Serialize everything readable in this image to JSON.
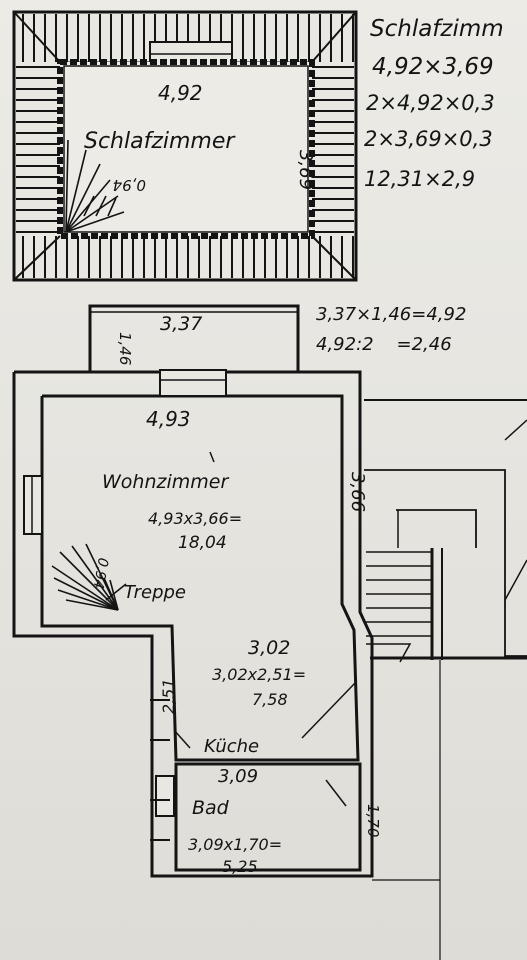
{
  "rooms": {
    "schlafzimmer": {
      "label": "Schlafzimmer",
      "width_dim": "4,92",
      "height_dim": "3,69",
      "stair_dim": "0,94"
    },
    "dormer": {
      "width_dim": "3,37",
      "height_dim": "1,46"
    },
    "wohnzimmer": {
      "label": "Wohnzimmer",
      "width_dim": "4,93",
      "height_dim": "3,66",
      "calc_line1": "4,93x3,66=",
      "calc_line2": "18,04",
      "stair_label": "Treppe",
      "stair_dim": "0,94"
    },
    "kueche": {
      "label": "Küche",
      "width_dim": "3,02",
      "height_dim": "2,51",
      "calc_line1": "3,02x2,51=",
      "calc_line2": "7,58"
    },
    "bad": {
      "label": "Bad",
      "width_dim": "3,09",
      "height_dim": "1,70",
      "calc_line1": "3,09x1,70=",
      "calc_line2": "5,25"
    }
  },
  "calculations": {
    "title": "Schlafzimm",
    "line1": "4,92×3,69",
    "line2": "2×4,92×0,3",
    "line3": "2×3,69×0,3",
    "line4": "12,31×2,9",
    "dormer_line1": "3,37×1,46=4,92",
    "dormer_line2": "4,92:2    =2,46"
  },
  "colors": {
    "ink": "#141414",
    "paper": "#e8e7e2"
  }
}
